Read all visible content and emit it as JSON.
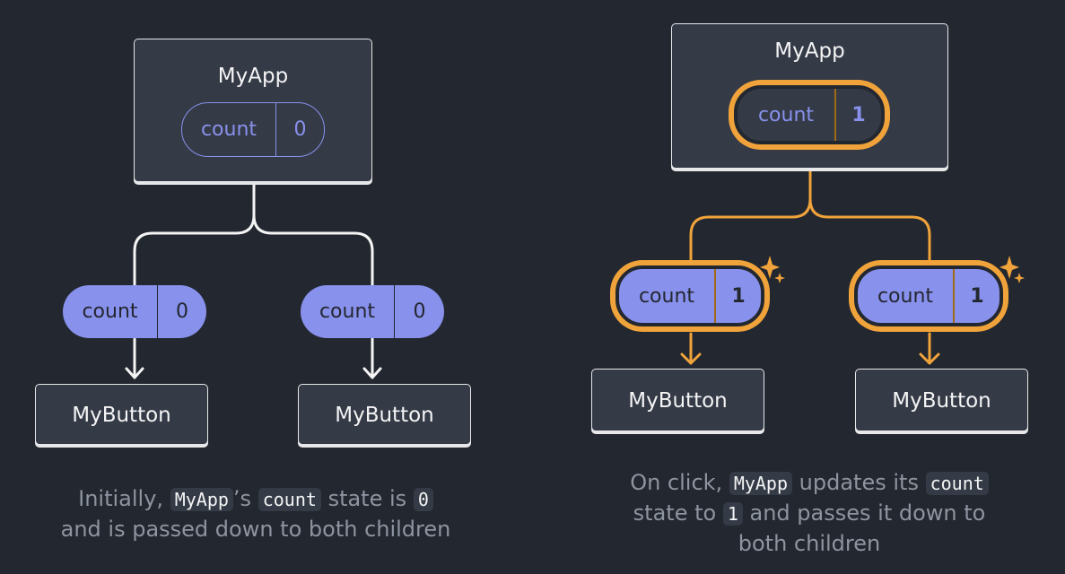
{
  "left": {
    "root": {
      "title": "MyApp",
      "state_label": "count",
      "state_value": "0"
    },
    "children": [
      {
        "title": "MyButton",
        "prop_label": "count",
        "prop_value": "0"
      },
      {
        "title": "MyButton",
        "prop_label": "count",
        "prop_value": "0"
      }
    ],
    "caption": {
      "part1": "Initially,",
      "code1": "MyApp",
      "part2": "’s",
      "code2": "count",
      "part3": "state is",
      "code3": "0",
      "line2": "and is passed down to both children"
    }
  },
  "right": {
    "root": {
      "title": "MyApp",
      "state_label": "count",
      "state_value": "1"
    },
    "children": [
      {
        "title": "MyButton",
        "prop_label": "count",
        "prop_value": "1"
      },
      {
        "title": "MyButton",
        "prop_label": "count",
        "prop_value": "1"
      }
    ],
    "caption": {
      "part1": "On click,",
      "code1": "MyApp",
      "part2": "updates its",
      "code2": "count",
      "part3": "state to",
      "code3": "1",
      "part4": "and passes it down to",
      "line3": "both children"
    }
  },
  "colors": {
    "background": "#23272f",
    "node_fill": "#343a46",
    "accent_purple": "#8891ec",
    "highlight_orange": "#f0a33a",
    "caption_text": "#8e94a0"
  }
}
